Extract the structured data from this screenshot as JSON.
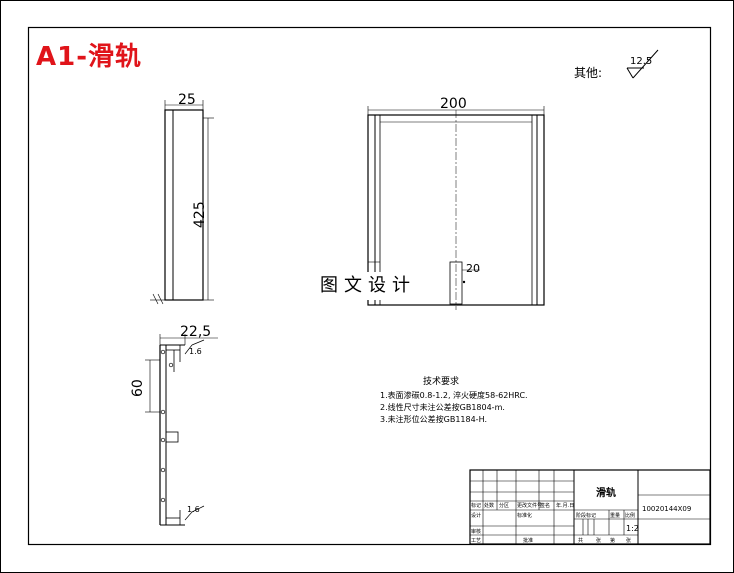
{
  "title": "A1-滑轨",
  "surface_note": {
    "label": "其他:",
    "roughness": "12.5"
  },
  "overlay_text": "图文设计",
  "views": {
    "side": {
      "width_dim": "25",
      "height_dim": "425"
    },
    "front": {
      "width_dim": "200",
      "hole_dim": "20"
    },
    "detail": {
      "width_dim": "22,5",
      "height_dim": "60",
      "rough_top": "1.6",
      "rough_bottom": "1.6"
    }
  },
  "tech_requirements": {
    "heading": "技术要求",
    "items": [
      "1.表面渗碳0.8-1.2, 淬火硬度58-62HRC.",
      "2.线性尺寸未注公差按GB1804-m.",
      "3.未注形位公差按GB1184-H."
    ]
  },
  "title_block": {
    "part_name": "滑轨",
    "drawing_no": "10020144X09",
    "scale": "1:2",
    "cells": {
      "mark": "标记",
      "count": "处数",
      "zone": "分区",
      "change_doc": "更改文件号",
      "signature": "签名",
      "date": "年.月.日",
      "designer": "设计",
      "standardize": "标准化",
      "stage_mark": "阶段标记",
      "weight": "重量",
      "scale_label": "比例",
      "reviewer": "审核",
      "process": "工艺",
      "approve": "批准",
      "total": "共",
      "sheets": "张",
      "no": "第",
      "sheet": "张"
    }
  }
}
